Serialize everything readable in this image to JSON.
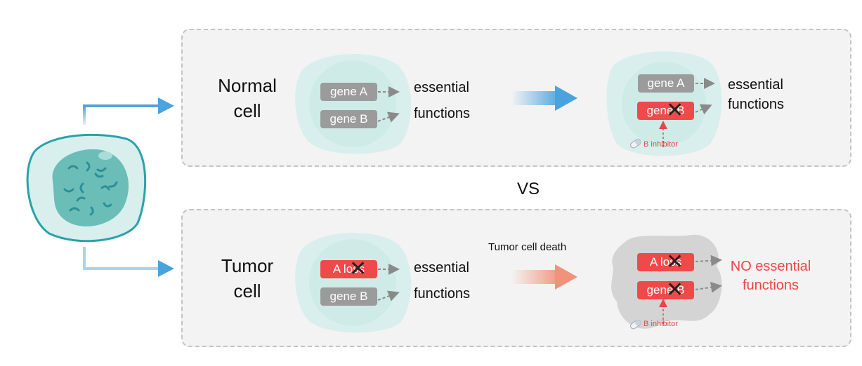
{
  "top": {
    "label": "Normal\ncell",
    "left_cell": {
      "gene_a": "gene A",
      "gene_b": "gene B",
      "functions": "essential\nfunctions"
    },
    "right_cell": {
      "gene_a": "gene A",
      "gene_b": "gene B",
      "functions": "essential\nfunctions",
      "inhibitor": "B inhibitor"
    }
  },
  "vs": "VS",
  "bottom": {
    "label": "Tumor\ncell",
    "caption": "Tumor cell death",
    "left_cell": {
      "gene_a": "A loss",
      "gene_b": "gene B",
      "functions": "essential\nfunctions"
    },
    "right_cell": {
      "gene_a": "A loss",
      "gene_b": "gene B",
      "functions": "NO essential\nfunctions",
      "inhibitor": "B inhibitor"
    }
  },
  "colors": {
    "cell_fill": "#d8efed",
    "nucleus": "#6bbdb8",
    "arrow_blue": "#4ba3dd",
    "arrow_orange": "#f0937a",
    "loss_red": "#ef4a4a",
    "gene_grey": "#9b9b9b"
  }
}
